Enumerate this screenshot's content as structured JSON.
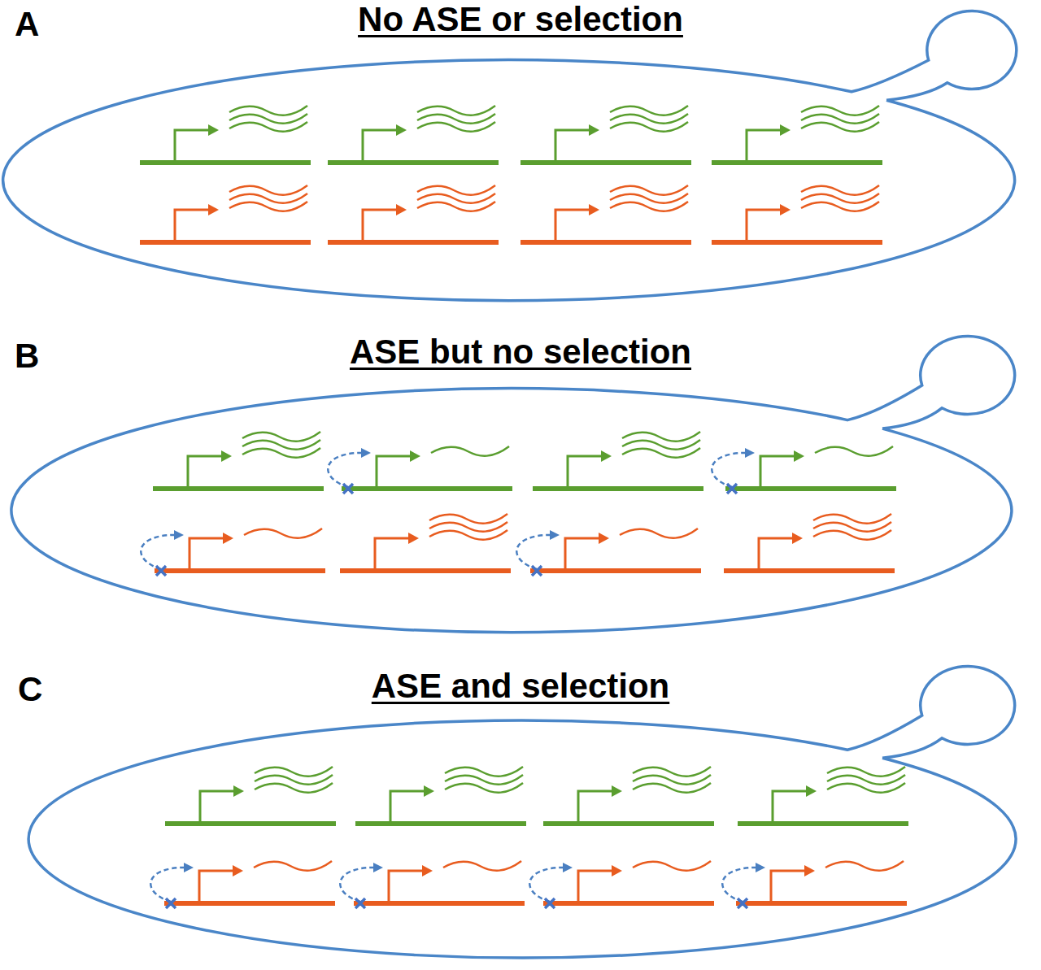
{
  "diagram": {
    "nodes": [
      {
        "text": [
          "No ASE or selection"
        ]
      },
      {
        "text": [
          "ASE but no selection"
        ]
      },
      {
        "text": [
          "ASE and selection"
        ]
      }
    ],
    "labels": [
      "A",
      "B",
      "C"
    ]
  }
}
